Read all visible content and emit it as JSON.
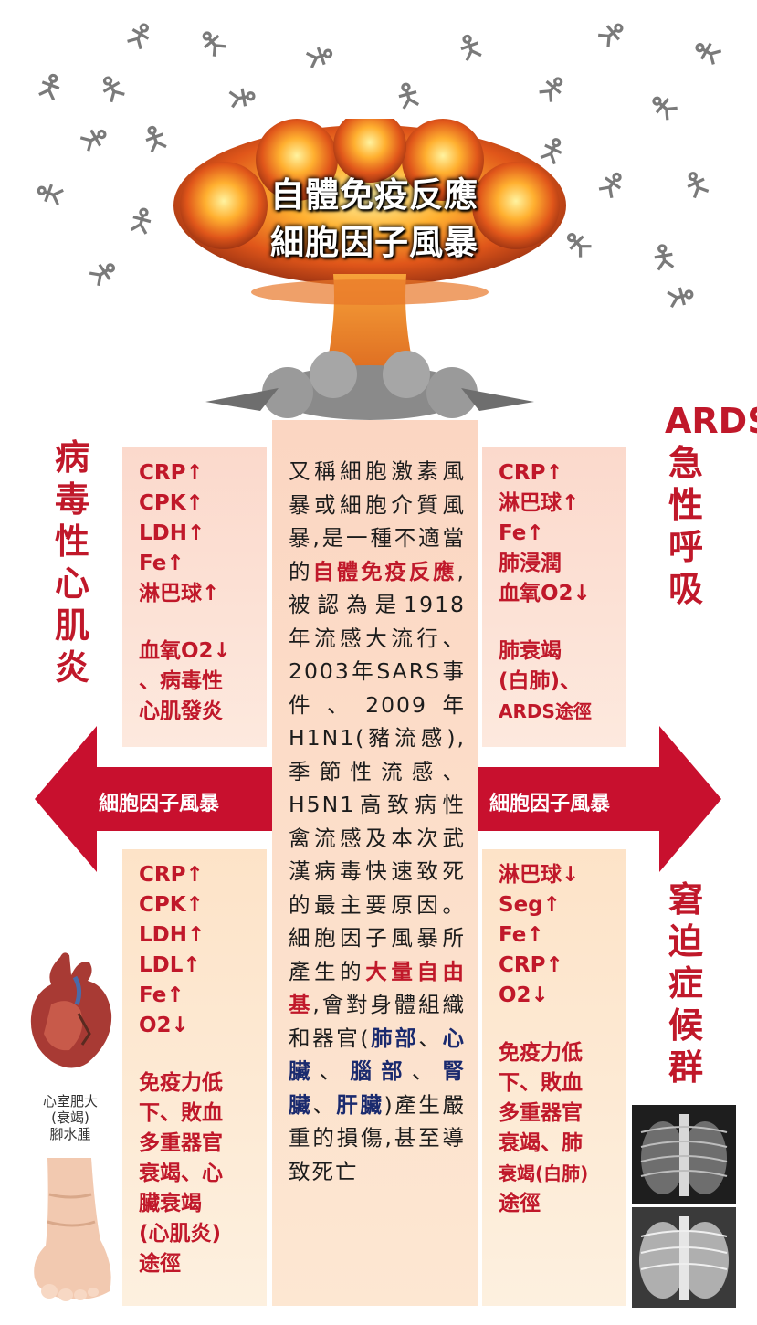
{
  "title_lines": [
    "自體免疫反應",
    "細胞因子風暴"
  ],
  "arrow_left_label": "細胞因子風暴",
  "arrow_right_label": "細胞因子風暴",
  "left_vertical_label": "病毒性心肌炎",
  "right_vertical_top_label": "ARDS急性呼吸",
  "right_vertical_bottom_label": "窘迫症候群",
  "left_top_box": [
    "CRP↑",
    "CPK↑",
    "LDH↑",
    "Fe↑",
    "淋巴球↑",
    "",
    "血氧O2↓",
    "、病毒性",
    "心肌發炎"
  ],
  "right_top_box": [
    "CRP↑",
    "淋巴球↑",
    "Fe↑",
    "肺浸潤",
    "血氧O2↓",
    "",
    "肺衰竭",
    "(白肺)、",
    "ARDS途徑"
  ],
  "left_bottom_box": [
    "CRP↑",
    "CPK↑",
    "LDH↑",
    "LDL↑",
    "Fe↑",
    "O2↓",
    "",
    "免疫力低",
    "下、敗血",
    "多重器官",
    "衰竭、心",
    "臟衰竭",
    "(心肌炎)",
    "途徑"
  ],
  "right_bottom_box": [
    "淋巴球↓",
    "Seg↑",
    "Fe↑",
    "CRP↑",
    "O2↓",
    "",
    "免疫力低",
    "下、敗血",
    "多重器官",
    "衰竭、肺",
    "衰竭(白肺)",
    "途徑"
  ],
  "center_text": {
    "p1": "又稱細胞激素風暴或細胞介質風暴,是一種不適當的",
    "h1": "自體免疫反應",
    "p2": ",被認為是1918年流感大流行、 2003年SARS事件、2009年H1N1(豬流感),季節性流感、H5N1高致病性禽流感及本次武漢病毒快速致死的最主要原因。細胞因子風暴所產生的",
    "h2": "大量自由基",
    "p3": ",會對身體組織和器官(",
    "b1": "肺部",
    "s1": "、",
    "b2": "心臟",
    "s2": "、",
    "b3": "腦部",
    "s3": "、",
    "b4": "腎臟",
    "s4": "、",
    "b5": "肝臟",
    "p4": ")產生嚴重的損傷,甚至導致死亡"
  },
  "heart_caption": [
    "心室肥大",
    "(衰竭)",
    "腳水腫"
  ],
  "colors": {
    "accent_red": "#c0182a",
    "arrow_red": "#c8102e",
    "highlight_blue": "#1a2a6e",
    "figure_gray": "#7a7a7a"
  }
}
